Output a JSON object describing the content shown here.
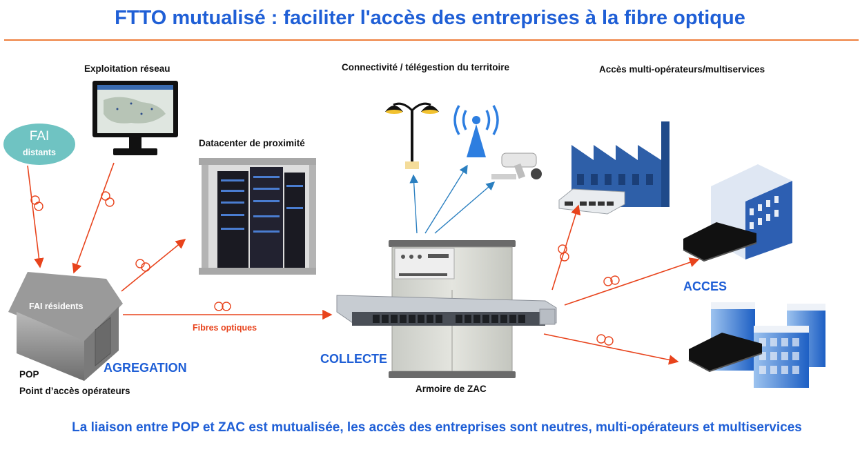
{
  "header": {
    "title": "FTTO mutualisé : faciliter l'accès des entreprises à la fibre optique"
  },
  "labels": {
    "exploitation": "Exploitation réseau",
    "connectivite": "Connectivité / télégestion du territoire",
    "acces_multi": "Accès multi-opérateurs/multiservices",
    "datacenter": "Datacenter de proximité",
    "fai_distants_top": "FAI",
    "fai_distants_bottom": "distants",
    "fai_residents": "FAI résidents",
    "fibres_optiques": "Fibres optiques",
    "pop": "POP",
    "point_acces": "Point d’accès opérateurs",
    "agregation": "AGREGATION",
    "collecte": "COLLECTE",
    "armoire": "Armoire de ZAC",
    "acces": "ACCES"
  },
  "footer": {
    "text": "La liaison entre POP et ZAC est mutualisée, les accès des entreprises sont neutres, multi-opérateurs et multiservices"
  },
  "colors": {
    "title_blue": "#1f5fd6",
    "rule_orange": "#ee7d3b",
    "fibre_red": "#e8431c",
    "link_blue": "#2a7fc0",
    "building_blue": "#2e5fa8"
  },
  "icons": [
    "monitor-icon",
    "street-lamp-icon",
    "antenna-icon",
    "camera-icon",
    "factory-icon",
    "office-building-icon",
    "modem-icon",
    "server-rack-icon",
    "house-icon",
    "switch-icon",
    "fibre-coil-icon"
  ]
}
